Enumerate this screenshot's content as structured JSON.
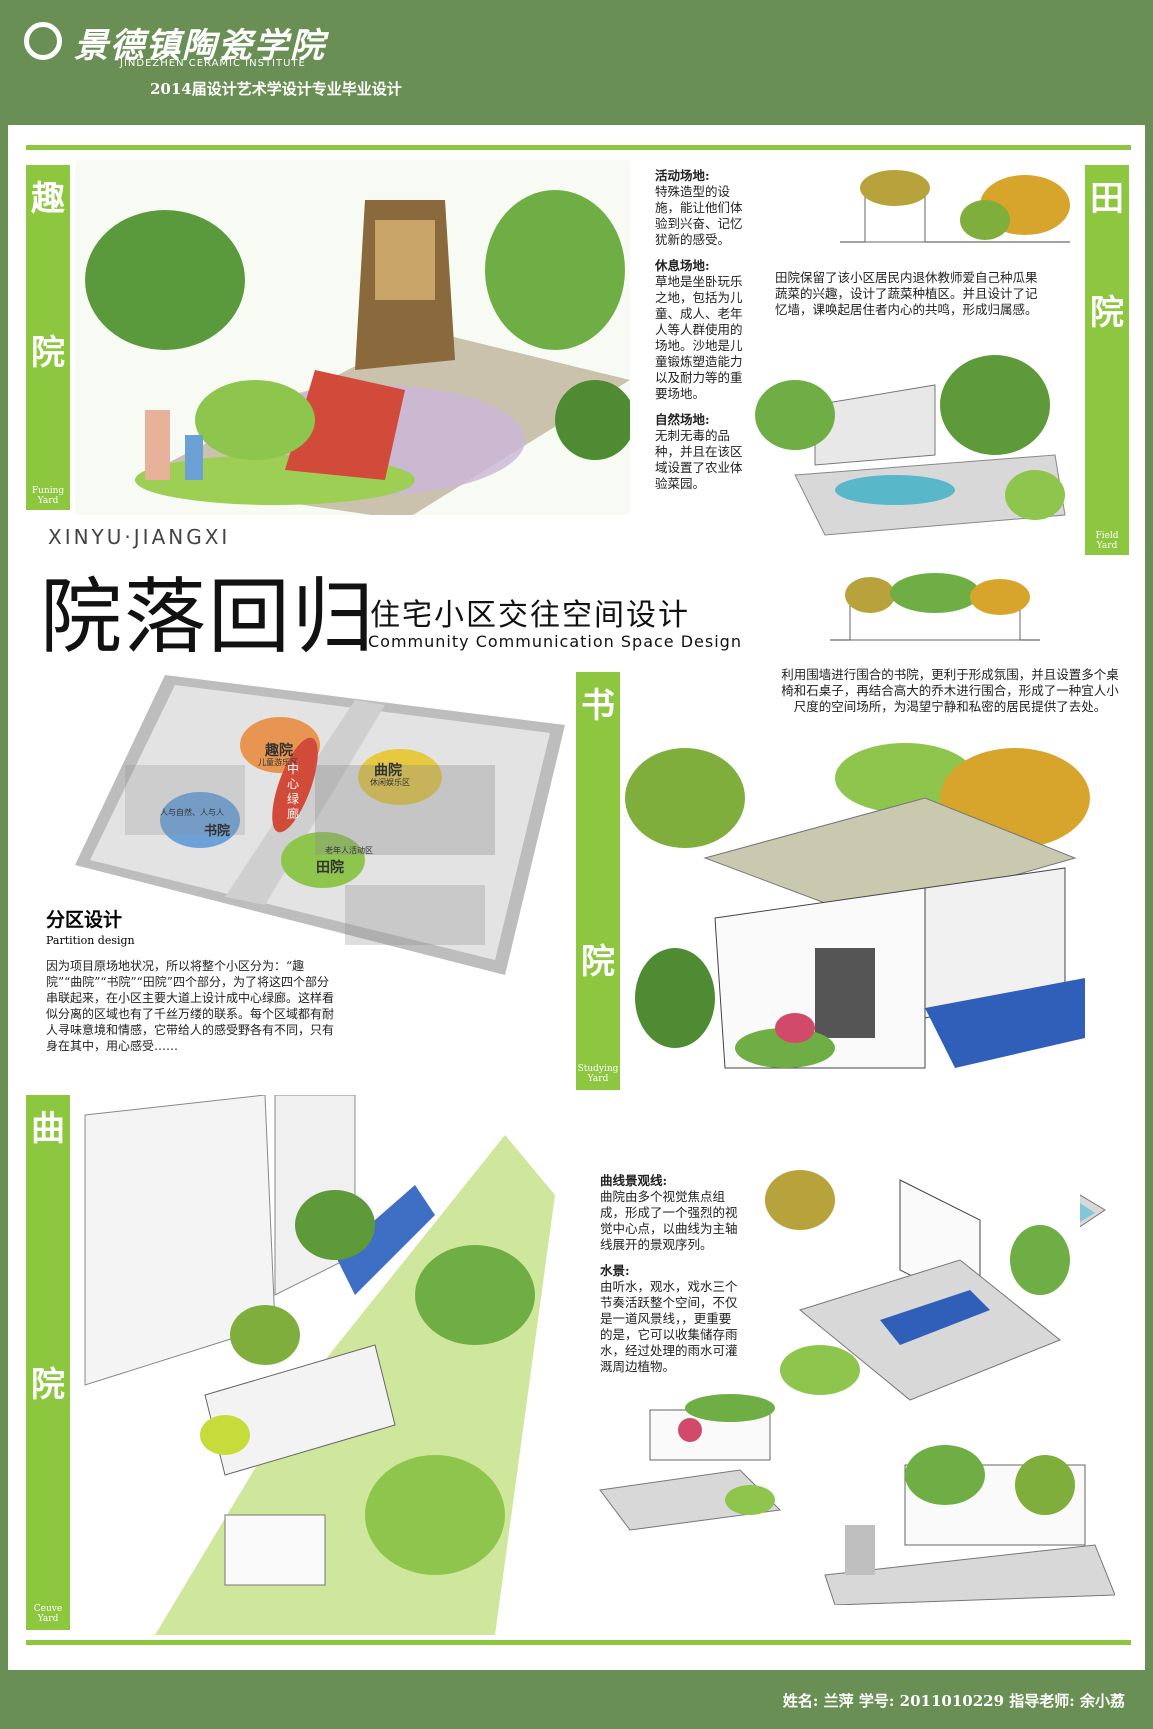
{
  "header": {
    "school_cn": "景德镇陶瓷学院",
    "school_en": "JINDEZHEN CERAMIC INSTITUTE",
    "subtitle": "2014届设计艺术学设计专业毕业设计"
  },
  "title": {
    "location": "XINYU·JIANGXI",
    "main": "院落回归",
    "sub_cn": "住宅小区交往空间设计",
    "sub_en": "Community  Communication  Space  Design"
  },
  "sections": {
    "funing": {
      "char1": "趣",
      "char2": "院",
      "en1": "Funing",
      "en2": "Yard"
    },
    "field": {
      "char1": "田",
      "char2": "院",
      "en1": "Field",
      "en2": "Yard"
    },
    "studying": {
      "char1": "书",
      "char2": "院",
      "en1": "Studying",
      "en2": "Yard"
    },
    "curve": {
      "char1": "曲",
      "char2": "院",
      "en1": "Ceuve",
      "en2": "Yard"
    }
  },
  "texts": {
    "activity_title": "活动场地:",
    "activity_body": "特殊造型的设施，能让他们体验到兴奋、记忆犹新的感受。",
    "rest_title": "休息场地:",
    "rest_body": "草地是坐卧玩乐之地，包括为儿童、成人、老年人等人群使用的场地。沙地是儿童锻炼塑造能力以及耐力等的重要场地。",
    "nature_title": "自然场地:",
    "nature_body": "无刺无毒的品种，并且在该区域设置了农业体验菜园。",
    "field_desc": "田院保留了该小区居民内退休教师爱自己种瓜果蔬菜的兴趣，设计了蔬菜种植区。并且设计了记忆墙，课唤起居住者内心的共鸣，形成归属感。",
    "study_desc": "利用围墙进行围合的书院，更利于形成氛围，并且设置多个桌椅和石桌子，再结合高大的乔木进行围合，形成了一种宜人小尺度的空间场所，为渴望宁静和私密的居民提供了去处。",
    "partition_title": "分区设计",
    "partition_en": "Partition design",
    "partition_body": "因为项目原场地状况，所以将整个小区分为：“趣院”“曲院”“书院”“田院”四个部分，为了将这四个部分串联起来，在小区主要大道上设计成中心绿廊。这样看似分离的区域也有了千丝万缕的联系。每个区域都有耐人寻味意境和情感，它带给人的感受野各有不同，只有身在其中，用心感受……",
    "curve_line_title": "曲线景观线:",
    "curve_line_body": "曲院由多个视觉焦点组成，形成了一个强烈的视觉中心点，以曲线为主轴线展开的景观序列。",
    "water_title": "水景:",
    "water_body": "由听水，观水，戏水三个节奏活跃整个空间，不仅是一道风景线，，更重要的是，它可以收集储存雨水，经过处理的雨水可灌溉周边植物。"
  },
  "map": {
    "quyuan": "趣院",
    "quyuan_sub": "儿童游乐区",
    "qu2": "曲院",
    "qu2_sub": "休闲娱乐区",
    "center": "中心绿廊",
    "shuyuan": "书院",
    "shuyuan_sub": "人与自然、人与人",
    "tianyuan": "田院",
    "tianyuan_sub": "老年人活动区"
  },
  "footer": {
    "text": "姓名: 兰萍    学号: 2011010229    指导老师: 余小荔"
  },
  "colors": {
    "frame": "#6a8f54",
    "accent": "#8dc63f"
  }
}
